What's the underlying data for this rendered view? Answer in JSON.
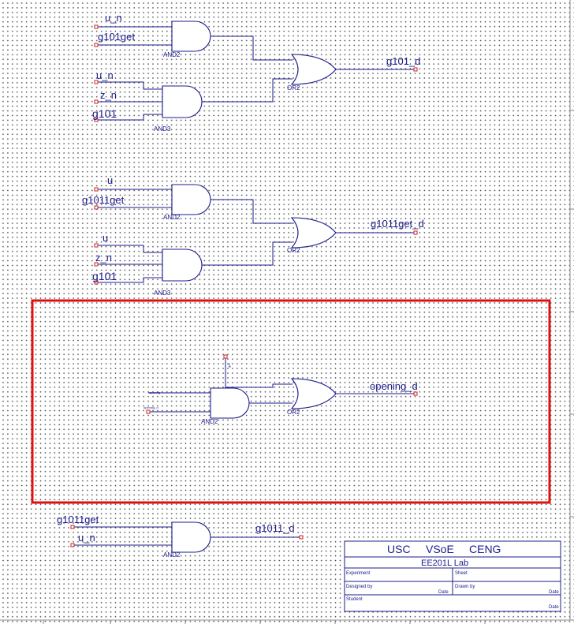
{
  "circuits": [
    {
      "gate1": {
        "type": "AND2",
        "inputs": [
          "u_n",
          "g101get"
        ]
      },
      "gate2": {
        "type": "AND3",
        "inputs": [
          "u_n",
          "z_n",
          "g101"
        ]
      },
      "or_gate": {
        "type": "OR2"
      },
      "output": "g101_d"
    },
    {
      "gate1": {
        "type": "AND2",
        "inputs": [
          "u",
          "g1011get"
        ]
      },
      "gate2": {
        "type": "AND3",
        "inputs": [
          "u",
          "z_n",
          "g101"
        ]
      },
      "or_gate": {
        "type": "OR2"
      },
      "output": "g1011get_d"
    }
  ],
  "selected_circuit": {
    "and_gate": {
      "type": "AND2",
      "inputs": [
        "opening",
        "opening_n"
      ]
    },
    "or_input": "get",
    "or_gate": {
      "type": "OR2"
    },
    "output": "opening_d",
    "highlight_color": "#e01010"
  },
  "bottom_circuit": {
    "and_gate": {
      "type": "AND2",
      "inputs": [
        "g1011get",
        "u_n"
      ]
    },
    "output": "g1011_d"
  },
  "title_block": {
    "institution": [
      "USC",
      "VSoE",
      "CENG"
    ],
    "course": "EE201L Lab",
    "fields": {
      "experiment": "Experiment",
      "sheet": "Sheet",
      "designed_by": "Designed by",
      "drawn_by": "Drawn by",
      "student": "Student",
      "date": "Date"
    }
  },
  "colors": {
    "wire": "#1c1c8c",
    "pin": "#cc2222",
    "grid_dot": "#4a4a4a"
  }
}
